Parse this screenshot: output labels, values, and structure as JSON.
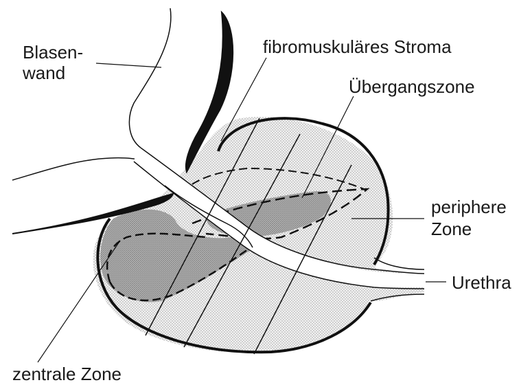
{
  "labels": {
    "blasenwand_line1": "Blasen-",
    "blasenwand_line2": "wand",
    "fibromuskulaeres_stroma": "fibromuskuläres Stroma",
    "uebergangszone": "Übergangszone",
    "periphere_zone_line1": "periphere",
    "periphere_zone_line2": "Zone",
    "urethra": "Urethra",
    "zentrale_zone": "zentrale Zone"
  },
  "colors": {
    "line": "#111111",
    "stipple_light": "#d9d9d9",
    "stipple_dark": "#9a9a9a",
    "background": "#ffffff"
  }
}
